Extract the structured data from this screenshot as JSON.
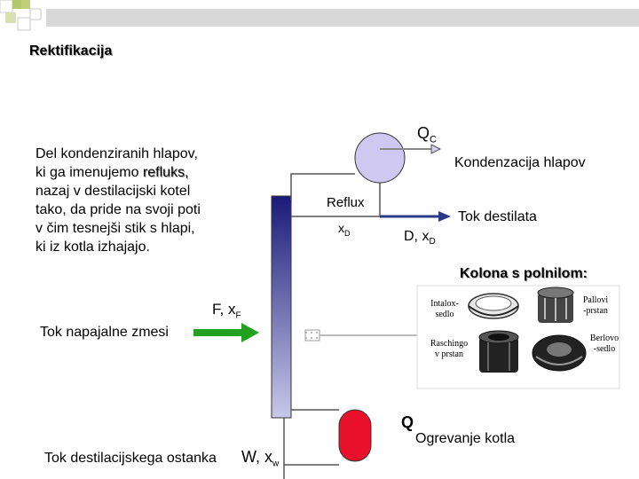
{
  "slide": {
    "title": "Rektifikacija",
    "description_lines": [
      "Del kondenziranih hlapov,",
      "ki ga imenujemo ",
      "refluks,",
      "nazaj v destilacijski kotel",
      "tako, da pride na svoji poti",
      "v čim tesnejši stik s hlapi,",
      "ki iz kotla izhajajo."
    ]
  },
  "diagram": {
    "qc_main": "Q",
    "qc_sub": "C",
    "condensation_label": "Kondenzacija hlapov",
    "reflux_label": "Reflux",
    "xd_main": "x",
    "xd_sub": "D",
    "distillate_label": "Tok destilata",
    "dxd_main": "D, x",
    "dxd_sub": "D",
    "packed_column_label": "Kolona s polnilom:",
    "feed_main": "F, x",
    "feed_sub": "F",
    "feed_label": "Tok napajalne zmesi",
    "q_label": "Q",
    "heating_label": "Ogrevanje kotla",
    "bottoms_label": "Tok destilacijskega ostanka",
    "bottoms_main": "W, x",
    "bottoms_sub": "w"
  },
  "packings": {
    "intalox": [
      "Intalox-",
      "sedlo"
    ],
    "pall": [
      "Pallovi",
      "-prstan"
    ],
    "raschig": [
      "Raschingo",
      "v prstan"
    ],
    "berl": [
      "Berlovo",
      "-sedlo"
    ]
  },
  "colors": {
    "column_top": "#1a1a7a",
    "column_bottom": "#c8c8e8",
    "condenser_fill": "#cfc8f0",
    "reboiler_fill": "#e8102a",
    "feed_arrow": "#22a020",
    "distillate_arrow": "#2a3a8a",
    "decor_green": "#8aa400"
  }
}
